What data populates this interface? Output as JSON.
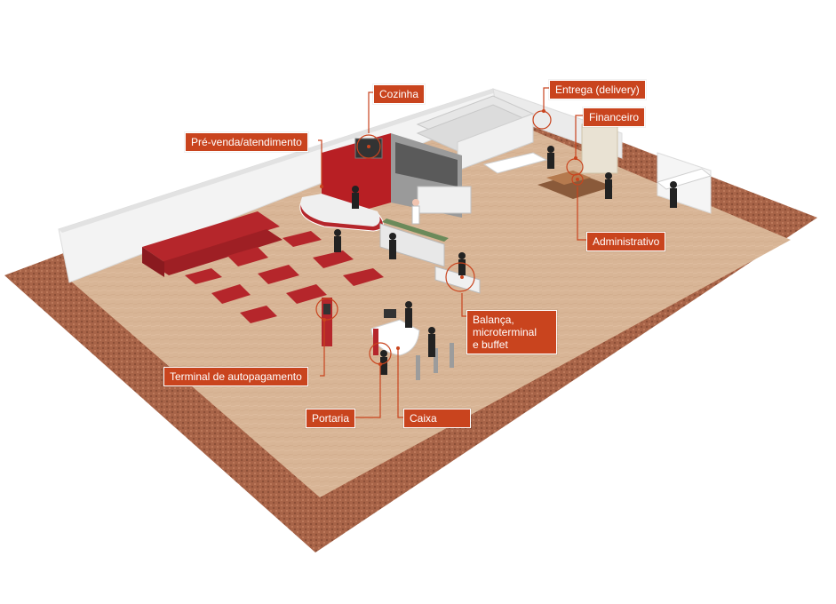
{
  "colors": {
    "label_bg": "#c9441e",
    "leader": "#c9441e",
    "floor": "#d8b596",
    "border_brick": "#a86448",
    "wall": "#f2f2f2",
    "furniture_red": "#b5262b",
    "kitchen_red": "#b81f24"
  },
  "labels": {
    "cozinha": "Cozinha",
    "pre_venda": "Pré-venda/atendimento",
    "entrega": "Entrega (delivery)",
    "financeiro": "Financeiro",
    "administrativo": "Administrativo",
    "balanca_line1": "Balança,",
    "balanca_line2": "microterminal",
    "balanca_line3": "e buffet",
    "terminal": "Terminal de autopagamento",
    "portaria": "Portaria",
    "caixa": "Caixa"
  }
}
